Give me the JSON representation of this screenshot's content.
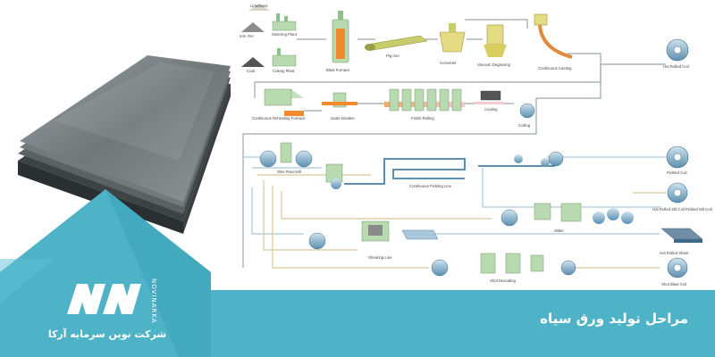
{
  "banner": {
    "title": "مراحل تولید ورق سیاه"
  },
  "logo": {
    "company_name": "شرکت نوین سرمایه آرکا",
    "brand_vertical": "NOVINARKA"
  },
  "colors": {
    "teal": "#4fb3c8",
    "teal_dark": "#2e8fa6",
    "line_gray": "#9aa7ad",
    "line_blue": "#a9c6db",
    "line_tan": "#d9c79a",
    "machine_green": "#b9d9b0"
  },
  "diagram": {
    "labels": {
      "limestone": "Limestone",
      "iron_ore": "Iron Ore",
      "sintering_plant": "Sintering Plant",
      "coal": "Coal",
      "coking_plant": "Coking Plant",
      "blast_furnace": "Blast Furnace",
      "pig_iron": "Pig Iron",
      "converter": "Converter",
      "vacuum_degassing": "Vacuum Degassing",
      "continuous_casting": "Continuous Casting",
      "hot_rolled_coil": "Hot Rolled Coil",
      "continuous_reheating_furnace": "Continuous Reheating Furnace",
      "scale_breaker": "Scale Breaker",
      "finish_rolling": "Finish Rolling",
      "cooling": "Cooling",
      "coiling": "Coiling",
      "skin_pass_mill": "Skin Pass Mill",
      "continuous_pickling_line": "Continuous Pickling Line",
      "pickled_coil": "Pickled Coil",
      "slitter": "Slitter",
      "slit_coil": "Hot Rolled Slit Coil Pickled Slit Coil",
      "shearing_line": "Shearing Line",
      "hot_rolled_sheet": "Hot Rolled Sheet",
      "shot_descaling": "Shot Descaling",
      "shot_blast_coil": "Shot Blast Coil"
    }
  }
}
